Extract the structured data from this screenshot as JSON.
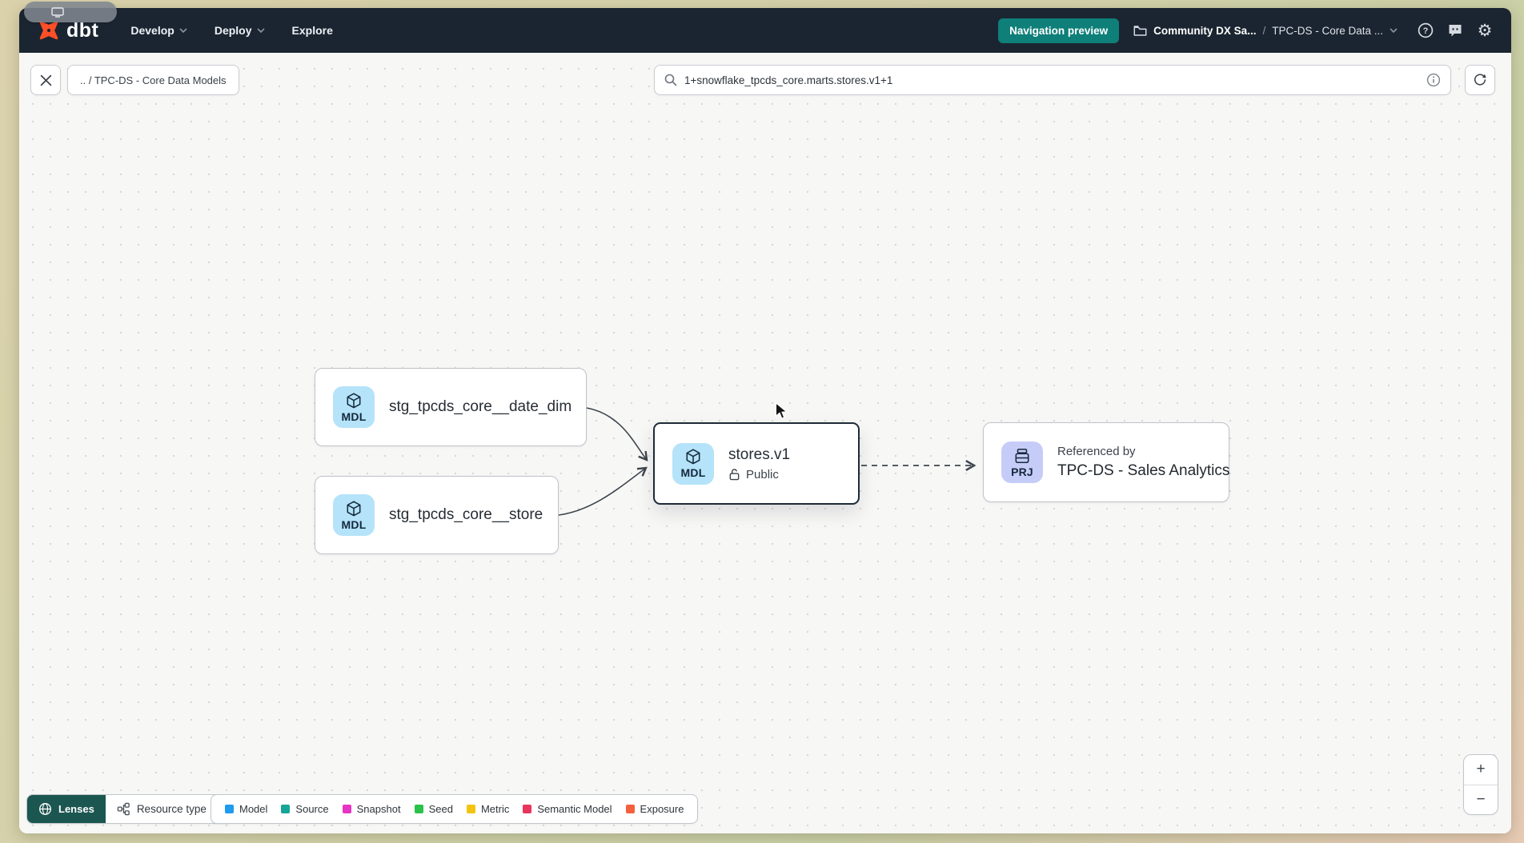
{
  "navbar": {
    "logo_text": "dbt",
    "menus": [
      {
        "label": "Develop"
      },
      {
        "label": "Deploy"
      },
      {
        "label": "Explore"
      }
    ],
    "preview_badge": "Navigation preview",
    "breadcrumb": {
      "account": "Community DX Sa...",
      "separator": "/",
      "project": "TPC-DS - Core Data ..."
    },
    "icons": {
      "help": "help-icon",
      "feedback": "feedback-icon",
      "settings": "settings-icon"
    }
  },
  "toolbar": {
    "breadcrumb_chip": ".. / TPC-DS - Core Data Models",
    "search": {
      "value": "1+snowflake_tpcds_core.marts.stores.v1+1"
    }
  },
  "graph": {
    "nodes": [
      {
        "type_label": "MDL",
        "label": "stg_tpcds_core__date_dim"
      },
      {
        "type_label": "MDL",
        "label": "stg_tpcds_core__store"
      },
      {
        "type_label": "MDL",
        "label": "stores.v1",
        "access": "Public",
        "selected": true
      },
      {
        "type_label": "PRJ",
        "eyebrow": "Referenced by",
        "label": "TPC-DS - Sales Analytics"
      }
    ],
    "edges": [
      {
        "from": "stg_tpcds_core__date_dim",
        "to": "stores.v1",
        "style": "solid"
      },
      {
        "from": "stg_tpcds_core__store",
        "to": "stores.v1",
        "style": "solid"
      },
      {
        "from": "stores.v1",
        "to": "TPC-DS - Sales Analytics",
        "style": "dashed"
      }
    ]
  },
  "legend": {
    "items": [
      {
        "label": "Model",
        "color": "#1f9bef"
      },
      {
        "label": "Source",
        "color": "#16a596"
      },
      {
        "label": "Snapshot",
        "color": "#e635c3"
      },
      {
        "label": "Seed",
        "color": "#2bc24a"
      },
      {
        "label": "Metric",
        "color": "#f2c40f"
      },
      {
        "label": "Semantic Model",
        "color": "#e8355d"
      },
      {
        "label": "Exposure",
        "color": "#f4603d"
      }
    ]
  },
  "controls": {
    "lenses": "Lenses",
    "resource_type": "Resource type",
    "zoom_in": "+",
    "zoom_out": "−"
  },
  "colors": {
    "navbar_bg": "#1b2531",
    "accent_teal": "#0e7f79",
    "model_tile": "#b5e3f9",
    "project_tile": "#c6ccf8",
    "logo_orange": "#ff4f27"
  }
}
